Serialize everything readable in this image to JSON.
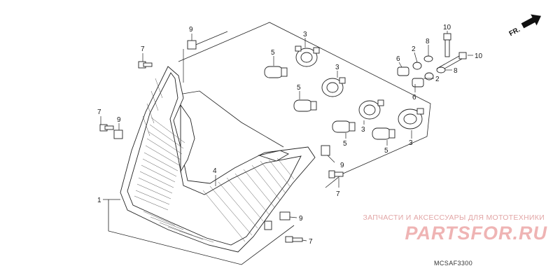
{
  "diagram": {
    "callouts": {
      "c1": "1",
      "c2a": "2",
      "c2b": "2",
      "c3a": "3",
      "c3b": "3",
      "c3c": "3",
      "c3d": "3",
      "c4": "4",
      "c5a": "5",
      "c5b": "5",
      "c5c": "5",
      "c5d": "5",
      "c6a": "6",
      "c6b": "6",
      "c7a": "7",
      "c7b": "7",
      "c7c": "7",
      "c7d": "7",
      "c8a": "8",
      "c8b": "8",
      "c9a": "9",
      "c9b": "9",
      "c9c": "9",
      "c9d": "9",
      "c10a": "10",
      "c10b": "10"
    },
    "direction_label": "FR.",
    "part_code": "MCSAF3300"
  },
  "watermark": {
    "caption": "ЗАПЧАСТИ И АКСЕССУАРЫ ДЛЯ МОТОТЕХНИКИ",
    "logo": "PARTSFOR.RU"
  },
  "colors": {
    "watermark": "#efb4b4",
    "line": "#222222"
  }
}
